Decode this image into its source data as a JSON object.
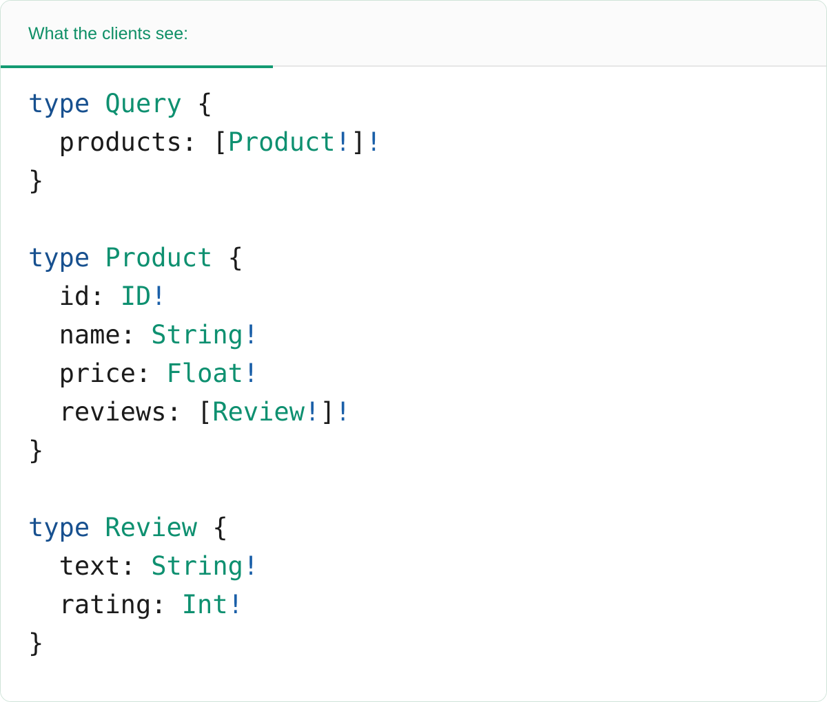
{
  "panel": {
    "accent_green": "#139a72",
    "border_color": "#cfe3d8",
    "header_bg": "#fbfbfb",
    "code_bg": "#ffffff"
  },
  "header": {
    "tab_label": "What the clients see:",
    "tab_active": true
  },
  "code": {
    "language": "graphql",
    "colors": {
      "keyword": "#17508f",
      "type_name": "#0e9070",
      "field_name": "#1b1b1b",
      "punctuation": "#1b1b1b",
      "non_null_bang": "#1a5fa8"
    },
    "plain_text": "type Query {\n  products: [Product!]!\n}\n\ntype Product {\n  id: ID!\n  name: String!\n  price: Float!\n  reviews: [Review!]!\n}\n\ntype Review {\n  text: String!\n  rating: Int!\n}",
    "lines": [
      [
        {
          "t": "type",
          "c": "kw"
        },
        {
          "t": " ",
          "c": "punc"
        },
        {
          "t": "Query",
          "c": "type"
        },
        {
          "t": " {",
          "c": "punc"
        }
      ],
      [
        {
          "t": "  ",
          "c": "punc"
        },
        {
          "t": "products",
          "c": "name"
        },
        {
          "t": ": [",
          "c": "punc"
        },
        {
          "t": "Product",
          "c": "type"
        },
        {
          "t": "!",
          "c": "bang"
        },
        {
          "t": "]",
          "c": "punc"
        },
        {
          "t": "!",
          "c": "bang"
        }
      ],
      [
        {
          "t": "}",
          "c": "punc"
        }
      ],
      [],
      [
        {
          "t": "type",
          "c": "kw"
        },
        {
          "t": " ",
          "c": "punc"
        },
        {
          "t": "Product",
          "c": "type"
        },
        {
          "t": " {",
          "c": "punc"
        }
      ],
      [
        {
          "t": "  ",
          "c": "punc"
        },
        {
          "t": "id",
          "c": "name"
        },
        {
          "t": ": ",
          "c": "punc"
        },
        {
          "t": "ID",
          "c": "type"
        },
        {
          "t": "!",
          "c": "bang"
        }
      ],
      [
        {
          "t": "  ",
          "c": "punc"
        },
        {
          "t": "name",
          "c": "name"
        },
        {
          "t": ": ",
          "c": "punc"
        },
        {
          "t": "String",
          "c": "type"
        },
        {
          "t": "!",
          "c": "bang"
        }
      ],
      [
        {
          "t": "  ",
          "c": "punc"
        },
        {
          "t": "price",
          "c": "name"
        },
        {
          "t": ": ",
          "c": "punc"
        },
        {
          "t": "Float",
          "c": "type"
        },
        {
          "t": "!",
          "c": "bang"
        }
      ],
      [
        {
          "t": "  ",
          "c": "punc"
        },
        {
          "t": "reviews",
          "c": "name"
        },
        {
          "t": ": [",
          "c": "punc"
        },
        {
          "t": "Review",
          "c": "type"
        },
        {
          "t": "!",
          "c": "bang"
        },
        {
          "t": "]",
          "c": "punc"
        },
        {
          "t": "!",
          "c": "bang"
        }
      ],
      [
        {
          "t": "}",
          "c": "punc"
        }
      ],
      [],
      [
        {
          "t": "type",
          "c": "kw"
        },
        {
          "t": " ",
          "c": "punc"
        },
        {
          "t": "Review",
          "c": "type"
        },
        {
          "t": " {",
          "c": "punc"
        }
      ],
      [
        {
          "t": "  ",
          "c": "punc"
        },
        {
          "t": "text",
          "c": "name"
        },
        {
          "t": ": ",
          "c": "punc"
        },
        {
          "t": "String",
          "c": "type"
        },
        {
          "t": "!",
          "c": "bang"
        }
      ],
      [
        {
          "t": "  ",
          "c": "punc"
        },
        {
          "t": "rating",
          "c": "name"
        },
        {
          "t": ": ",
          "c": "punc"
        },
        {
          "t": "Int",
          "c": "type"
        },
        {
          "t": "!",
          "c": "bang"
        }
      ],
      [
        {
          "t": "}",
          "c": "punc"
        }
      ]
    ]
  }
}
